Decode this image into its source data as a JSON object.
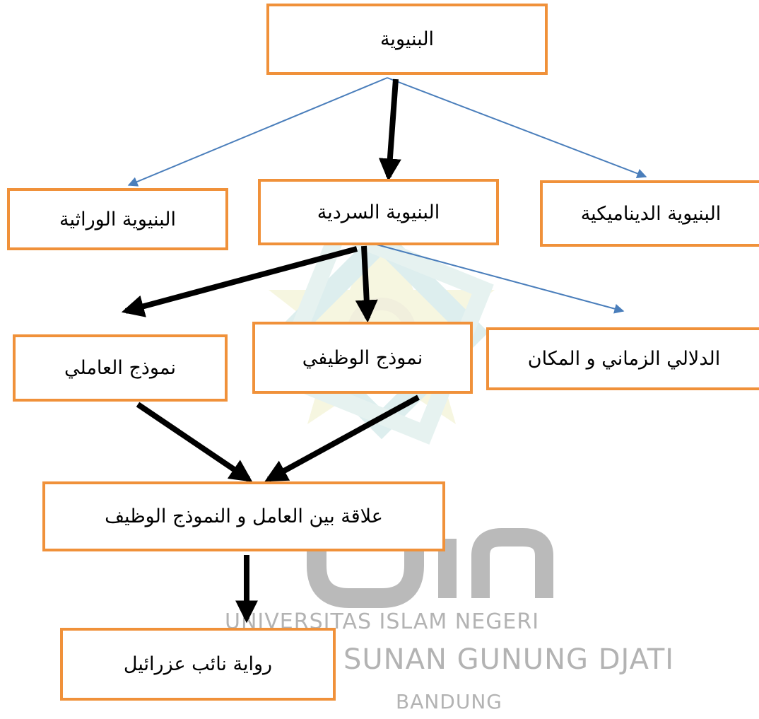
{
  "diagram": {
    "root": "البنيوية",
    "branches": {
      "genetic": "البنيوية الوراثية",
      "narrative": "البنيوية السردية",
      "dynamic": "البنيوية الديناميكية"
    },
    "narrative_children": {
      "actantial_model": "نموذج العاملي",
      "functional_model": "نموذج الوظيفي",
      "time_place": "الدلالي الزماني و المكان"
    },
    "relation": "علاقة بين العامل و النموذج الوظيف",
    "novel": "رواية نائب عزرائيل"
  },
  "watermark": {
    "logo": "uin",
    "line1": "UNIVERSITAS ISLAM NEGERI",
    "line2": "SUNAN GUNUNG DJATI",
    "line3": "BANDUNG"
  },
  "colors": {
    "box_border": "#f0913a",
    "thin_arrow": "#4a7ebb",
    "thick_arrow": "#000000",
    "watermark": "#b3b3b3"
  }
}
